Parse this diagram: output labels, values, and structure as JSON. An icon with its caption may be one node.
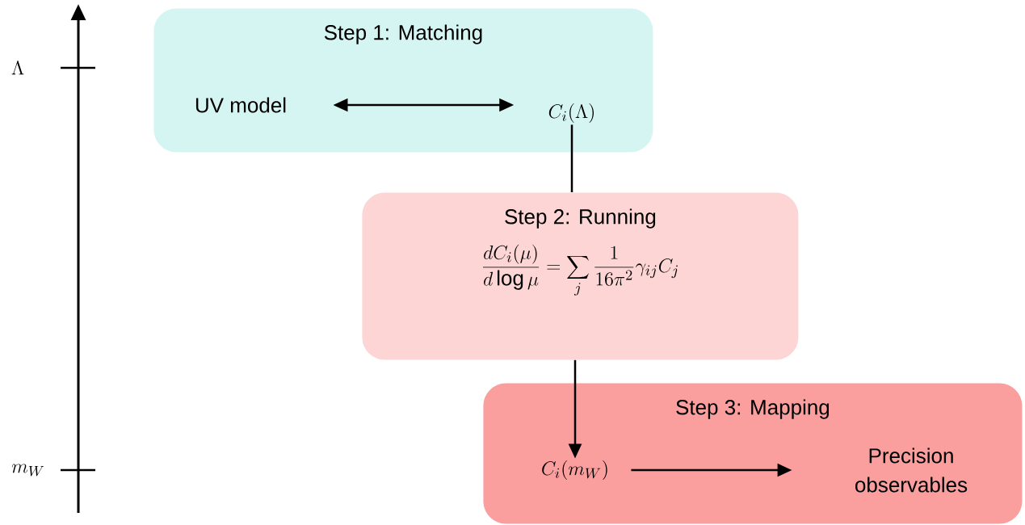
{
  "diagram": {
    "nodes": [
      {
        "text": [
          "Step 1: Matching"
        ]
      },
      {
        "text": [
          "UV model"
        ],
        "in": 0
      },
      {
        "text": [
          "C_i(\\Lambda)"
        ],
        "in": 0
      },
      {
        "text": [
          "Step 2: Running",
          "\\frac{dC_i(\\mu)}{d\\log\\mu}=\\sum_j\\frac{1}{16\\pi^2}\\gamma_{ij}C_j"
        ]
      },
      {
        "text": [
          "Step 3: Mapping"
        ]
      },
      {
        "text": [
          "C_i(m_W)"
        ],
        "in": 4
      },
      {
        "text": [
          "Precision observables"
        ],
        "in": 4
      }
    ],
    "edges": [
      {
        "from": 1,
        "to": 2,
        "arrow": "both"
      },
      {
        "from": 2,
        "to": 3,
        "arrow": "none"
      },
      {
        "from": 3,
        "to": 5,
        "arrow": "to"
      },
      {
        "from": 5,
        "to": 6,
        "arrow": "to"
      }
    ],
    "labels": [
      "\\Lambda",
      "m_W"
    ]
  }
}
